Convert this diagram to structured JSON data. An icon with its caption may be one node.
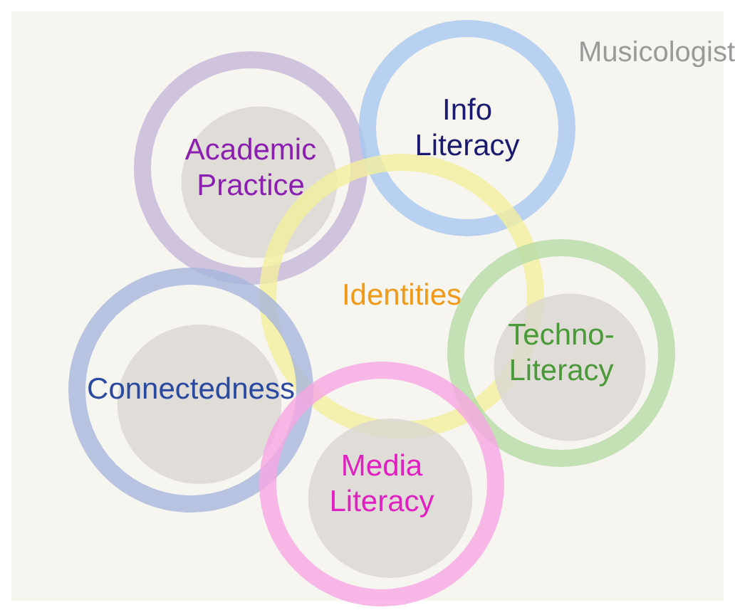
{
  "diagram": {
    "nodes": [
      {
        "text": [
          "Academic Practice"
        ]
      },
      {
        "text": [
          "Info Literacy"
        ]
      },
      {
        "text": [
          "Identities"
        ]
      },
      {
        "text": [
          "Techno-Literacy"
        ]
      },
      {
        "text": [
          "Connectedness"
        ]
      },
      {
        "text": [
          "Media Literacy"
        ]
      }
    ],
    "labels": [
      "Musicologist"
    ]
  }
}
